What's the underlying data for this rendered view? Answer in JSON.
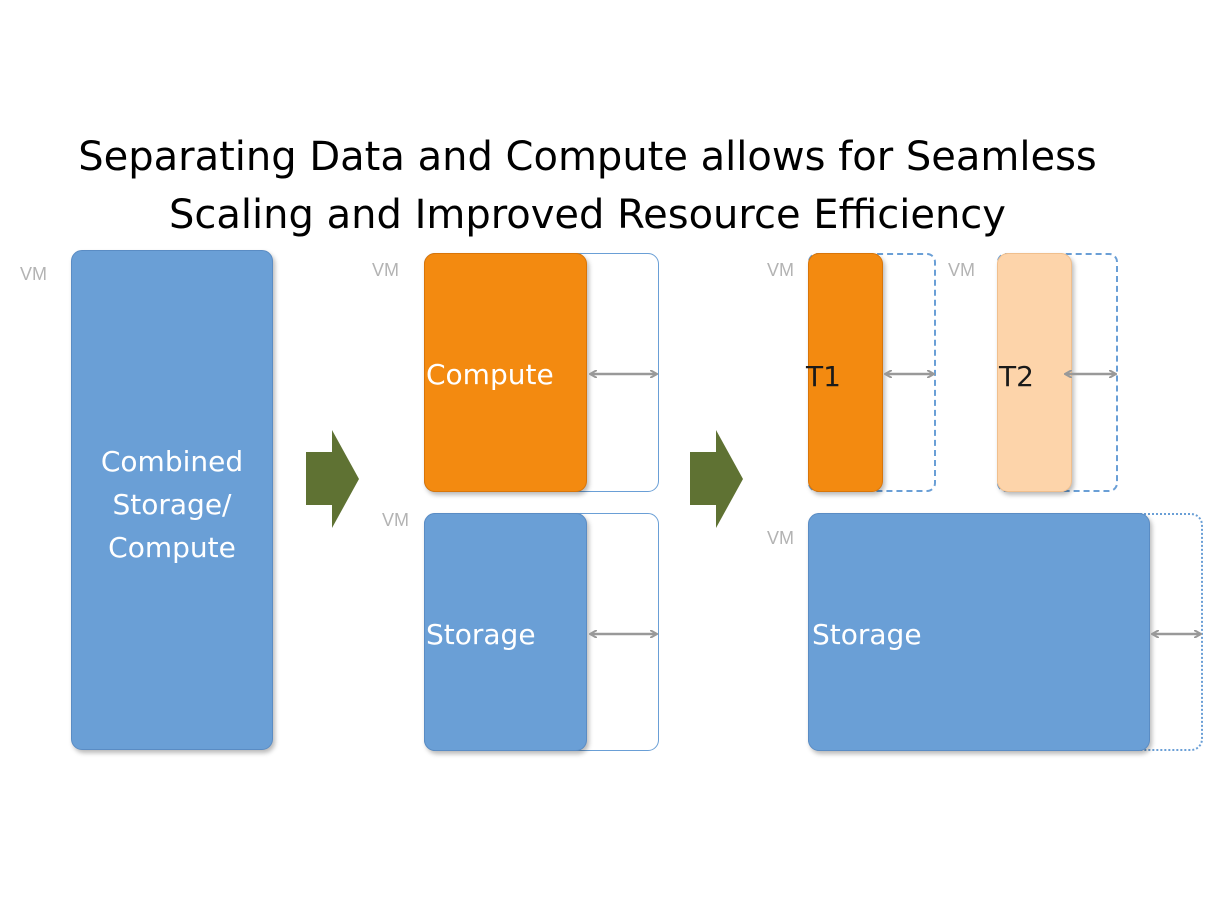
{
  "title": {
    "line1": "Separating Data and Compute allows for Seamless",
    "line2": "Scaling and Improved Resource Efficiency"
  },
  "vm_label": "VM",
  "stage1": {
    "combined_lines": [
      "Combined",
      "Storage/",
      "Compute"
    ]
  },
  "stage2": {
    "compute_label": "Compute",
    "storage_label": "Storage"
  },
  "stage3": {
    "t1_label": "T1",
    "t2_label": "T2",
    "storage_label": "Storage"
  },
  "colors": {
    "storage_blue": "#6a9fd6",
    "compute_orange": "#f38a10",
    "t2_peach": "#fdd4aa",
    "arrow_green": "#5f7233",
    "scale_arrow_gray": "#999999"
  },
  "icons": [
    "stage-arrow-icon",
    "scale-double-arrow-icon"
  ]
}
